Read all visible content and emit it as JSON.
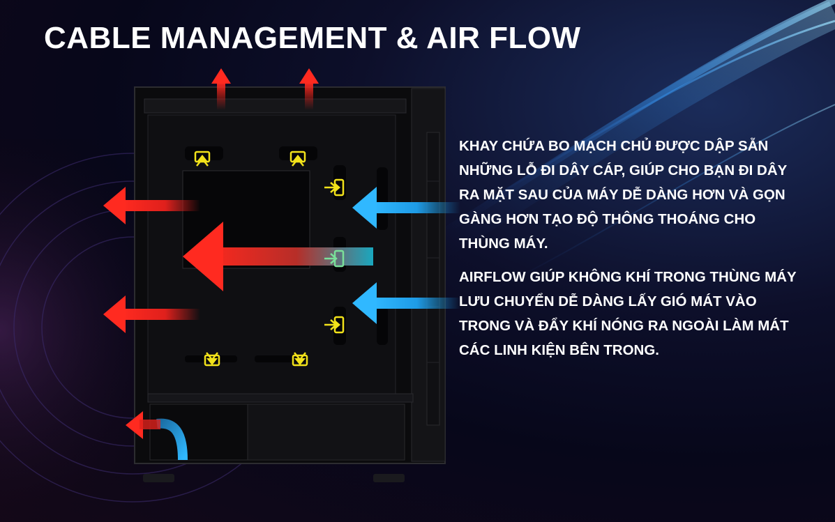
{
  "title": "CABLE MANAGEMENT & AIR FLOW",
  "paragraphs": [
    "KHAY CHỨA BO MẠCH CHỦ ĐƯỢC DẬP SẴN\nNHỮNG LỖ ĐI DÂY CÁP, GIÚP CHO BẠN ĐI DÂY\nRA MẶT SAU CỦA MÁY DỄ DÀNG HƠN VÀ GỌN\nGÀNG HƠN TẠO ĐỘ THÔNG THOÁNG CHO\nTHÙNG MÁY.",
    "AIRFLOW GIÚP KHÔNG KHÍ TRONG THÙNG MÁY\nLƯU CHUYỂN DỄ DÀNG LẤY GIÓ MÁT VÀO\nTRONG VÀ ĐẨY KHÍ NÓNG RA NGOÀI LÀM MÁT\nCÁC LINH KIỆN BÊN TRONG."
  ],
  "colors": {
    "hot_air": "#e0201c",
    "cool_air": "#1e9be6",
    "cable_hint": "#f2e21a",
    "text": "#ffffff"
  },
  "icons": [
    "exhaust-arrow-icon",
    "intake-arrow-icon",
    "cable-routing-arrow-icon"
  ]
}
